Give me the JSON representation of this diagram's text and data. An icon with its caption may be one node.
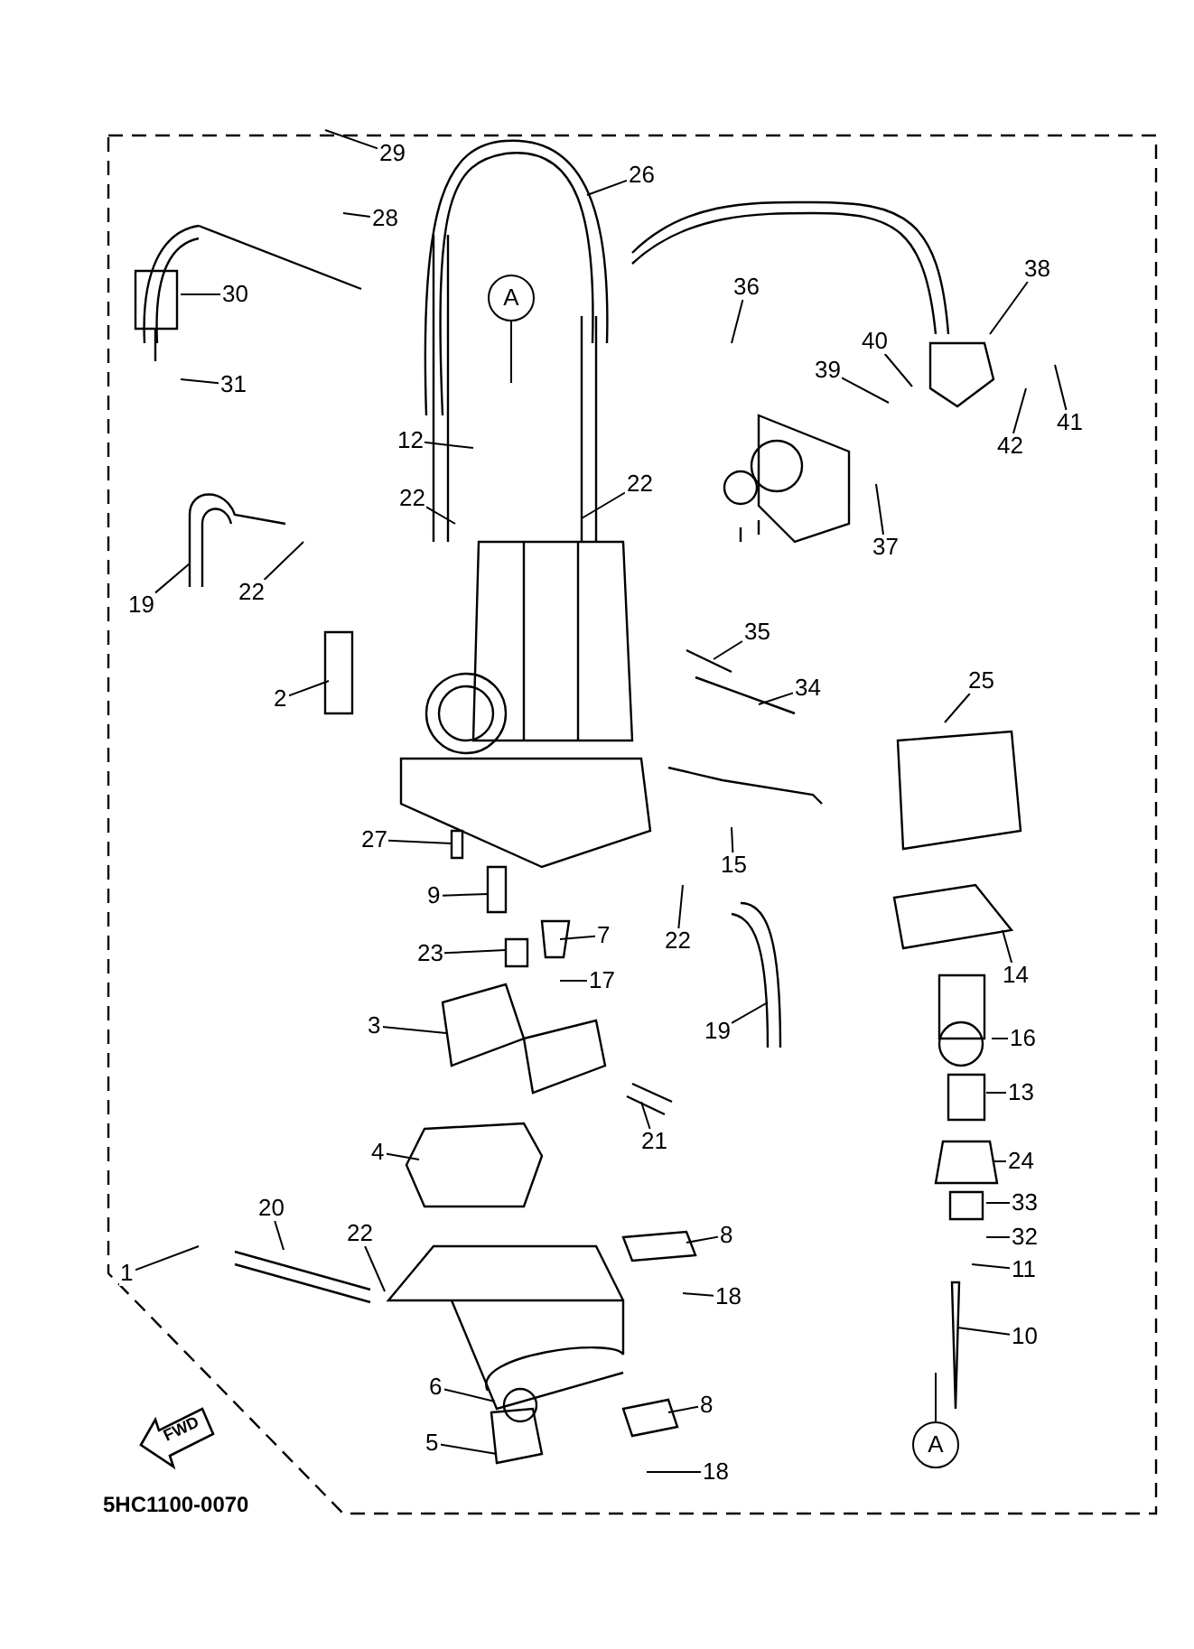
{
  "diagram": {
    "nodes": [
      {
        "text": [
          "29"
        ]
      },
      {
        "text": [
          "26"
        ]
      },
      {
        "text": [
          "28"
        ]
      },
      {
        "text": [
          "38"
        ]
      },
      {
        "text": [
          "36"
        ]
      },
      {
        "text": [
          "30"
        ]
      },
      {
        "text": [
          "A"
        ]
      },
      {
        "text": [
          "40"
        ]
      },
      {
        "text": [
          "39"
        ]
      },
      {
        "text": [
          "31"
        ]
      },
      {
        "text": [
          "41"
        ]
      },
      {
        "text": [
          "12"
        ]
      },
      {
        "text": [
          "42"
        ]
      },
      {
        "text": [
          "22"
        ]
      },
      {
        "text": [
          "22"
        ]
      },
      {
        "text": [
          "37"
        ]
      },
      {
        "text": [
          "22"
        ]
      },
      {
        "text": [
          "19"
        ]
      },
      {
        "text": [
          "35"
        ]
      },
      {
        "text": [
          "25"
        ]
      },
      {
        "text": [
          "34"
        ]
      },
      {
        "text": [
          "2"
        ]
      },
      {
        "text": [
          "27"
        ]
      },
      {
        "text": [
          "15"
        ]
      },
      {
        "text": [
          "9"
        ]
      },
      {
        "text": [
          "7"
        ]
      },
      {
        "text": [
          "22"
        ]
      },
      {
        "text": [
          "23"
        ]
      },
      {
        "text": [
          "14"
        ]
      },
      {
        "text": [
          "17"
        ]
      },
      {
        "text": [
          "3"
        ]
      },
      {
        "text": [
          "19"
        ]
      },
      {
        "text": [
          "16"
        ]
      },
      {
        "text": [
          "13"
        ]
      },
      {
        "text": [
          "21"
        ]
      },
      {
        "text": [
          "4"
        ]
      },
      {
        "text": [
          "24"
        ]
      },
      {
        "text": [
          "33"
        ]
      },
      {
        "text": [
          "20"
        ]
      },
      {
        "text": [
          "22"
        ]
      },
      {
        "text": [
          "8"
        ]
      },
      {
        "text": [
          "32"
        ]
      },
      {
        "text": [
          "11"
        ]
      },
      {
        "text": [
          "1"
        ]
      },
      {
        "text": [
          "18"
        ]
      },
      {
        "text": [
          "10"
        ]
      },
      {
        "text": [
          "6"
        ]
      },
      {
        "text": [
          "8"
        ]
      },
      {
        "text": [
          "5"
        ]
      },
      {
        "text": [
          "A"
        ]
      },
      {
        "text": [
          "18"
        ]
      }
    ],
    "edges": [
      {
        "from": 0,
        "to": null,
        "arrow": "none"
      },
      {
        "from": 1,
        "to": null,
        "arrow": "none"
      },
      {
        "from": 2,
        "to": null,
        "arrow": "none"
      },
      {
        "from": 3,
        "to": null,
        "arrow": "none"
      },
      {
        "from": 4,
        "to": null,
        "arrow": "none"
      },
      {
        "from": 5,
        "to": null,
        "arrow": "none"
      },
      {
        "from": 6,
        "to": null,
        "arrow": "none"
      },
      {
        "from": 7,
        "to": null,
        "arrow": "none"
      },
      {
        "from": 8,
        "to": null,
        "arrow": "none"
      },
      {
        "from": 9,
        "to": null,
        "arrow": "none"
      },
      {
        "from": 10,
        "to": null,
        "arrow": "none"
      },
      {
        "from": 11,
        "to": null,
        "arrow": "none"
      },
      {
        "from": 12,
        "to": null,
        "arrow": "none"
      },
      {
        "from": 13,
        "to": null,
        "arrow": "none"
      },
      {
        "from": 14,
        "to": null,
        "arrow": "none"
      },
      {
        "from": 15,
        "to": null,
        "arrow": "none"
      },
      {
        "from": 16,
        "to": null,
        "arrow": "none"
      },
      {
        "from": 17,
        "to": null,
        "arrow": "none"
      },
      {
        "from": 18,
        "to": null,
        "arrow": "none"
      },
      {
        "from": 19,
        "to": null,
        "arrow": "none"
      },
      {
        "from": 20,
        "to": null,
        "arrow": "none"
      },
      {
        "from": 21,
        "to": null,
        "arrow": "none"
      },
      {
        "from": 22,
        "to": null,
        "arrow": "none"
      },
      {
        "from": 23,
        "to": null,
        "arrow": "none"
      },
      {
        "from": 24,
        "to": null,
        "arrow": "none"
      },
      {
        "from": 25,
        "to": null,
        "arrow": "none"
      },
      {
        "from": 26,
        "to": null,
        "arrow": "none"
      },
      {
        "from": 27,
        "to": null,
        "arrow": "none"
      },
      {
        "from": 28,
        "to": null,
        "arrow": "none"
      },
      {
        "from": 29,
        "to": null,
        "arrow": "none"
      },
      {
        "from": 30,
        "to": null,
        "arrow": "none"
      },
      {
        "from": 31,
        "to": null,
        "arrow": "none"
      },
      {
        "from": 32,
        "to": null,
        "arrow": "none"
      },
      {
        "from": 33,
        "to": null,
        "arrow": "none"
      },
      {
        "from": 34,
        "to": null,
        "arrow": "none"
      },
      {
        "from": 35,
        "to": null,
        "arrow": "none"
      },
      {
        "from": 36,
        "to": null,
        "arrow": "none"
      },
      {
        "from": 37,
        "to": null,
        "arrow": "none"
      },
      {
        "from": 38,
        "to": null,
        "arrow": "none"
      },
      {
        "from": 39,
        "to": null,
        "arrow": "none"
      },
      {
        "from": 40,
        "to": null,
        "arrow": "none"
      },
      {
        "from": 41,
        "to": null,
        "arrow": "none"
      },
      {
        "from": 42,
        "to": null,
        "arrow": "none"
      },
      {
        "from": 43,
        "to": null,
        "arrow": "none"
      },
      {
        "from": 44,
        "to": null,
        "arrow": "none"
      },
      {
        "from": 45,
        "to": null,
        "arrow": "none"
      },
      {
        "from": 46,
        "to": null,
        "arrow": "none"
      },
      {
        "from": 47,
        "to": null,
        "arrow": "none"
      },
      {
        "from": 48,
        "to": null,
        "arrow": "none"
      },
      {
        "from": 49,
        "to": null,
        "arrow": "none"
      },
      {
        "from": 50,
        "to": null,
        "arrow": "none"
      }
    ],
    "labels": [
      "FWD",
      "5HC1100-0070"
    ]
  }
}
